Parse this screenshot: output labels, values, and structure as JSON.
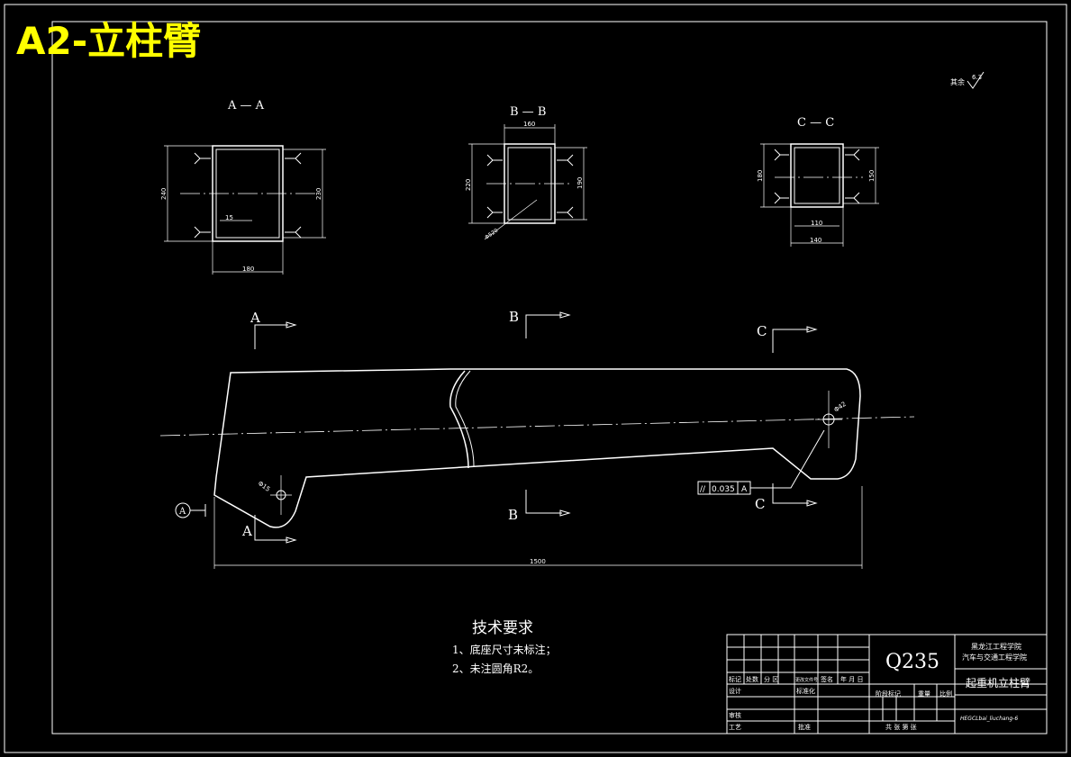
{
  "title": "A2-立柱臂",
  "sections": {
    "aa": {
      "label": "A — A",
      "dim_height_outer": "240",
      "dim_height_inner": "230",
      "dim_width": "180",
      "dim_thickness": "15"
    },
    "bb": {
      "label": "B — B",
      "dim_top": "160",
      "dim_height_left": "220",
      "dim_height_right": "190",
      "dim_circle": "Φ520"
    },
    "cc": {
      "label": "C — C",
      "dim_height_left": "180",
      "dim_height_right": "150",
      "dim_inner_width": "110",
      "dim_width": "140"
    }
  },
  "markers": {
    "a": "A",
    "b": "B",
    "c": "C"
  },
  "main_view": {
    "length": "1500",
    "hole_left": "Φ15",
    "hole_right": "Φ42",
    "tolerance_symbol": "//",
    "tolerance_value": "0.035",
    "datum": "A"
  },
  "surface_note": {
    "label": "其余",
    "value": "6.3"
  },
  "tech_req": {
    "title": "技术要求",
    "items": [
      "1、底座尺寸未标注；",
      "2、未注圆角R2。"
    ]
  },
  "title_block": {
    "material": "Q235",
    "school_line1": "黑龙江工程学院",
    "school_line2": "汽车与交通工程学院",
    "part_name": "起重机立柱臂",
    "drawing_no": "HEGCLbai_liuchang-6",
    "header_labels": [
      "标记",
      "处数",
      "分 区",
      "更改文件号",
      "签名",
      "年 月 日"
    ],
    "row_designer": "设计",
    "row_standard": "标准化",
    "row_review": "审核",
    "row_process": "工艺",
    "row_approve": "批准",
    "stage_mark": "阶段标记",
    "weight": "重量",
    "scale": "比例",
    "sheets": "共  张  第  张"
  }
}
